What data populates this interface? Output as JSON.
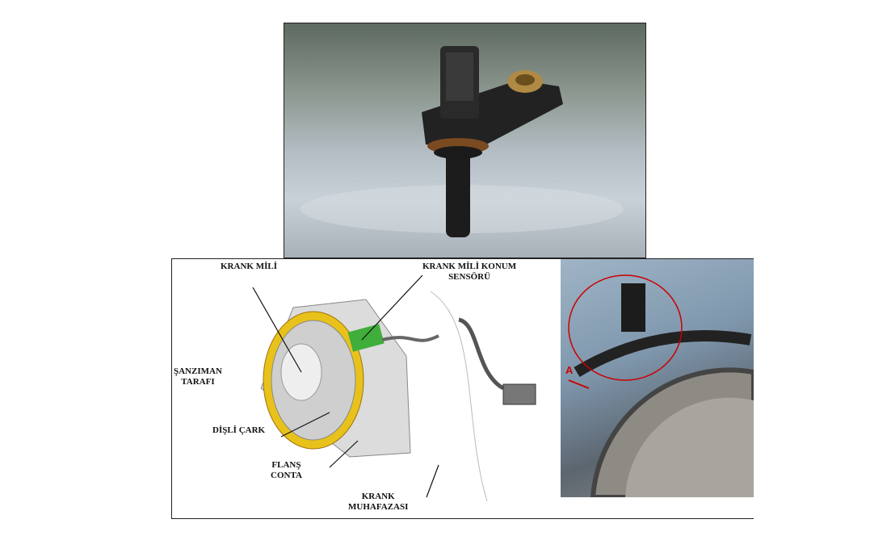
{
  "labels": {
    "crankshaft": "KRANK MİLİ",
    "sensor_line1": "KRANK MİLİ KONUM",
    "sensor_line2": "SENSÖRÜ",
    "transmission_line1": "ŞANZIMAN",
    "transmission_line2": "TARAFI",
    "gear": "DİŞLİ ÇARK",
    "flange_line1": "FLANŞ",
    "flange_line2": "CONTA",
    "housing_line1": "KRANK",
    "housing_line2": "MUHAFAZASI"
  },
  "photo_marker": "A",
  "colors": {
    "gear_ring": "#e8c21a",
    "sensor": "#3fae3a",
    "marker": "#cc0000"
  }
}
